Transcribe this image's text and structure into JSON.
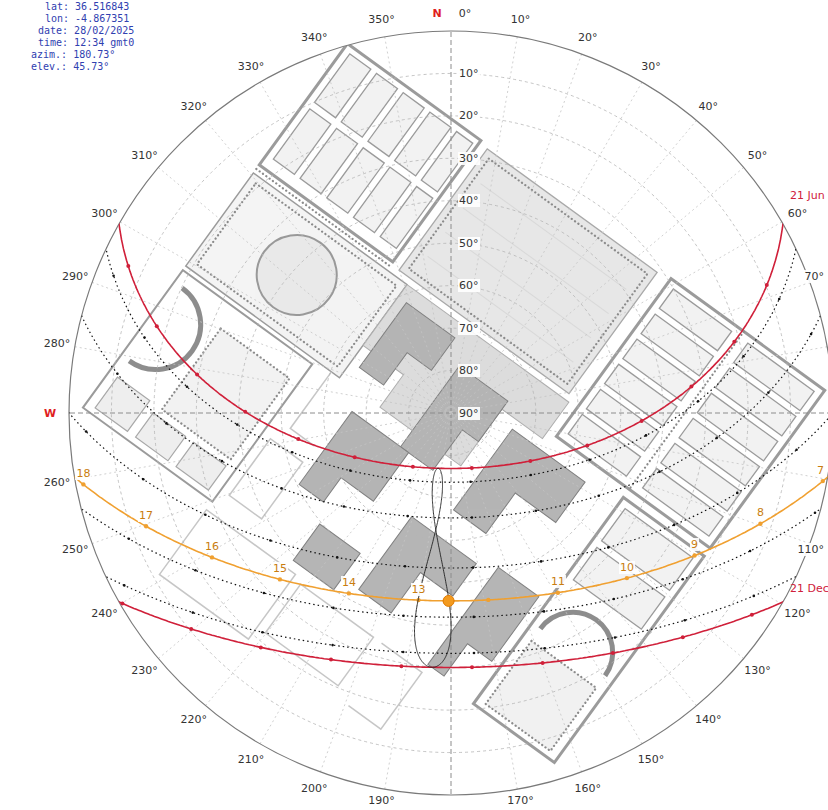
{
  "diagram": {
    "labels": [
      "lat: 36.516843",
      "lon: -4.867351",
      "date: 28/02/2025",
      "time: 12:34 gmt0",
      "azim.: 180.73°",
      "elev.: 45.73°",
      "N",
      "W",
      "0°",
      "10°",
      "20°",
      "30°",
      "40°",
      "50°",
      "60°",
      "70°",
      "110°",
      "120°",
      "130°",
      "140°",
      "150°",
      "160°",
      "170°",
      "190°",
      "200°",
      "210°",
      "220°",
      "230°",
      "240°",
      "250°",
      "260°",
      "280°",
      "290°",
      "300°",
      "310°",
      "320°",
      "330°",
      "340°",
      "350°",
      "10°",
      "20°",
      "30°",
      "40°",
      "50°",
      "60°",
      "70°",
      "80°",
      "90°",
      "18",
      "17",
      "16",
      "15",
      "14",
      "13",
      "11",
      "10",
      "9",
      "8",
      "7",
      "21 Jun",
      "21 Dec"
    ]
  }
}
